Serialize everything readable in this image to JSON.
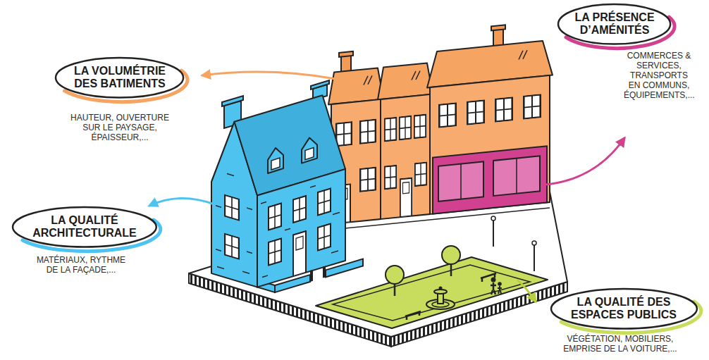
{
  "diagram": {
    "nodes": [
      {
        "text": [
          "LA VOLUMÉTRIE DES BATIMENTS",
          "HAUTEUR, OUVERTURE SUR LE PAYSAGE, ÉPAISSEUR,..."
        ]
      },
      {
        "text": [
          "LA PRÉSENCE D’AMÉNITÉS",
          "COMMERCES & SERVICES, TRANSPORTS EN COMMUNS, ÉQUIPEMENTS,..."
        ]
      },
      {
        "text": [
          "LA QUALITÉ ARCHITECTURALE",
          "MATÉRIAUX, RYTHME DE LA FAÇADE,..."
        ]
      },
      {
        "text": [
          "LA QUALITÉ DES ESPACES PUBLICS",
          "VÉGÉTATION, MOBILIERS, EMPRISE DE LA VOITURE,..."
        ]
      }
    ]
  }
}
